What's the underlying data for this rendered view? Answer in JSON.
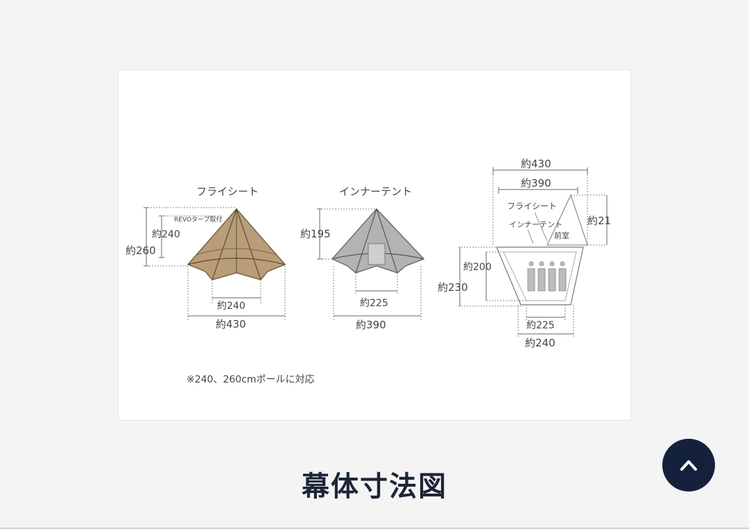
{
  "diagram": {
    "fly_sheet": {
      "title": "フライシート",
      "note": "REVOタープ取付",
      "height_inner": "約240",
      "height_outer": "約260",
      "base_inner": "約240",
      "base_outer": "約430"
    },
    "inner_tent": {
      "title": "インナーテント",
      "height": "約195",
      "base_inner": "約225",
      "base_outer": "約390"
    },
    "plan_view": {
      "top_outer": "約430",
      "top_inner": "約390",
      "right_height": "約21",
      "label_fly": "フライシート",
      "label_inner": "インナーテント",
      "label_vestibule": "前室",
      "left_inner": "約200",
      "left_outer": "約230",
      "bottom_inner": "約225",
      "bottom_outer": "約240"
    },
    "footnote": "※240、260cmポールに対応"
  },
  "caption": "幕体寸法図",
  "scroll_top": {
    "icon": "chevron-up-icon"
  },
  "colors": {
    "caption": "#1c2438",
    "scroll_button": "#14213d",
    "fly_fill": "#b89d78",
    "inner_fill": "#b3b3b3"
  }
}
